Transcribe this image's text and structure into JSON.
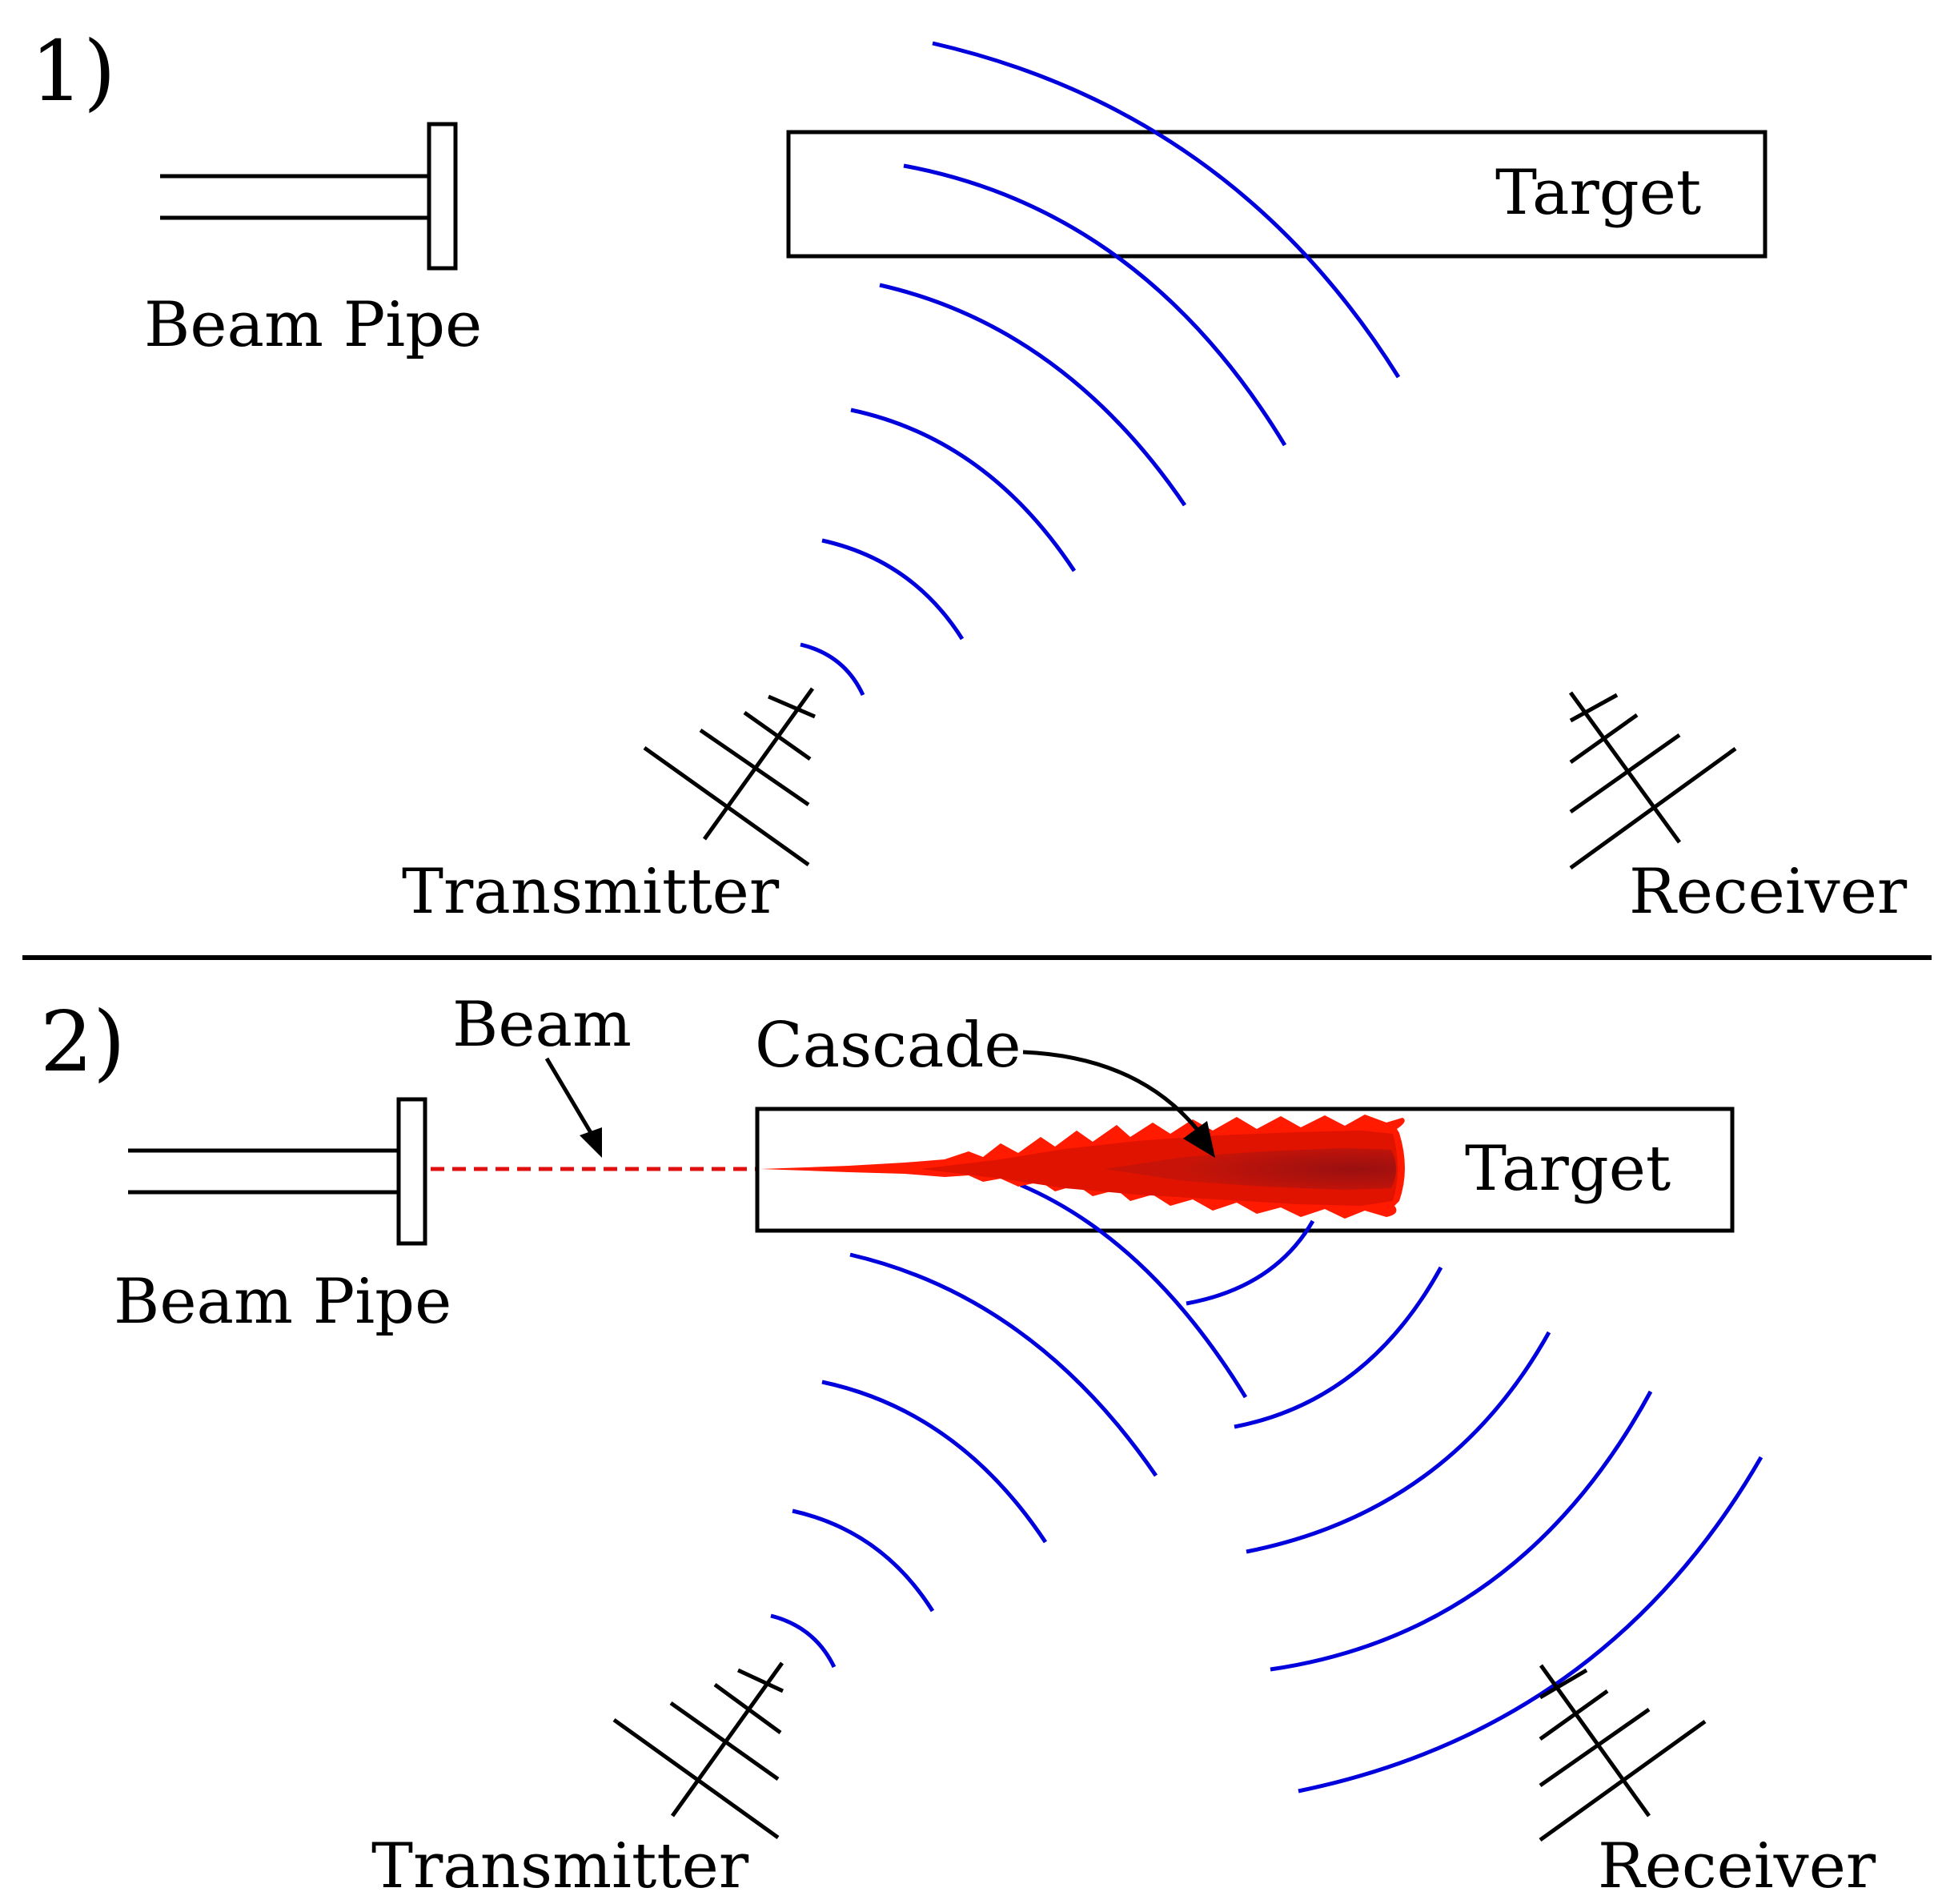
{
  "panel1": {
    "number": "1)",
    "beam_pipe_label": "Beam Pipe",
    "target_label": "Target",
    "transmitter_label": "Transmitter",
    "receiver_label": "Receiver"
  },
  "panel2": {
    "number": "2)",
    "beam_label": "Beam",
    "cascade_label": "Cascade",
    "beam_pipe_label": "Beam Pipe",
    "target_label": "Target",
    "transmitter_label": "Transmitter",
    "receiver_label": "Receiver"
  },
  "colors": {
    "wave": "#0000dd",
    "beam": "#e01010",
    "cascade_outer": "#ff1a00",
    "cascade_mid": "#e01200",
    "cascade_core": "#b01010",
    "outline": "#000000"
  }
}
